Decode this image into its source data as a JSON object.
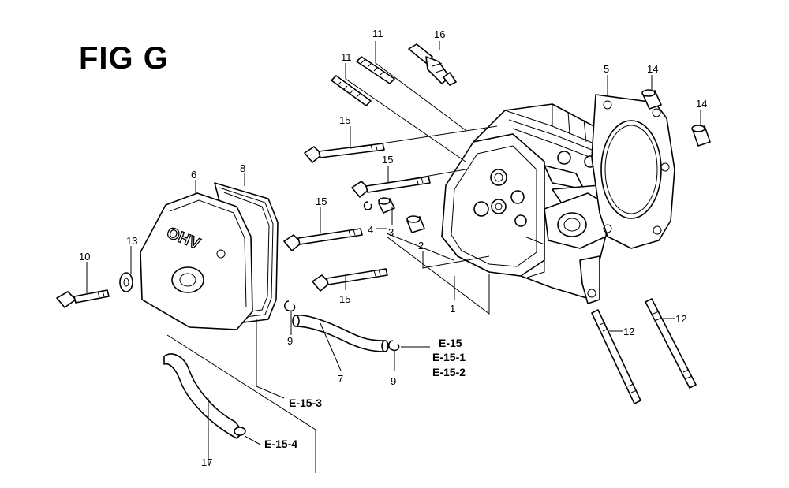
{
  "figure": {
    "title": "FIG G",
    "cover_logo": "OHV"
  },
  "callouts": {
    "c1": "1",
    "c2": "2",
    "c3": "3",
    "c4": "4",
    "c5": "5",
    "c6": "6",
    "c7": "7",
    "c8": "8",
    "c9a": "9",
    "c9b": "9",
    "c10": "10",
    "c11a": "11",
    "c11b": "11",
    "c12a": "12",
    "c12b": "12",
    "c13": "13",
    "c14a": "14",
    "c14b": "14",
    "c15a": "15",
    "c15b": "15",
    "c15c": "15",
    "c15d": "15",
    "c16": "16",
    "c17": "17"
  },
  "references": {
    "e15": "E-15",
    "e15_1": "E-15-1",
    "e15_2": "E-15-2",
    "e15_3": "E-15-3",
    "e15_4": "E-15-4"
  }
}
